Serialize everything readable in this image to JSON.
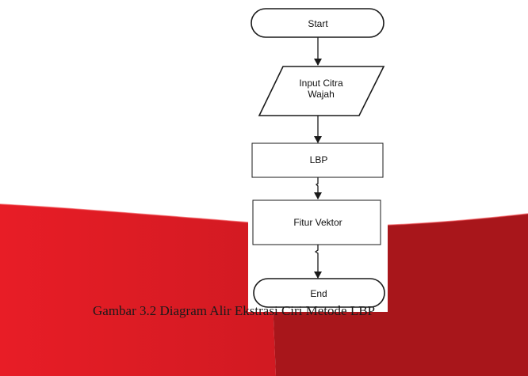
{
  "flowchart": {
    "nodes": [
      {
        "id": "start",
        "shape": "terminator",
        "lines": [
          "Start"
        ]
      },
      {
        "id": "input",
        "shape": "parallelogram",
        "lines": [
          "Input Citra",
          "Wajah"
        ]
      },
      {
        "id": "lbp",
        "shape": "process",
        "lines": [
          "LBP"
        ]
      },
      {
        "id": "fitur",
        "shape": "process",
        "lines": [
          "Fitur Vektor"
        ]
      },
      {
        "id": "end",
        "shape": "terminator",
        "lines": [
          "End"
        ]
      }
    ],
    "edges": [
      {
        "from": "start",
        "to": "input"
      },
      {
        "from": "input",
        "to": "lbp"
      },
      {
        "from": "lbp",
        "to": "fitur"
      },
      {
        "from": "fitur",
        "to": "end"
      }
    ]
  },
  "caption": "Gambar 3.2 Diagram Alir Ekstrasi Ciri Metode LBP",
  "colors": {
    "background": "#ffffff",
    "red_light": "#ea1c24",
    "red_dark": "#a9161b",
    "node_stroke": "#1a1a1a",
    "node_fill": "#ffffff"
  }
}
